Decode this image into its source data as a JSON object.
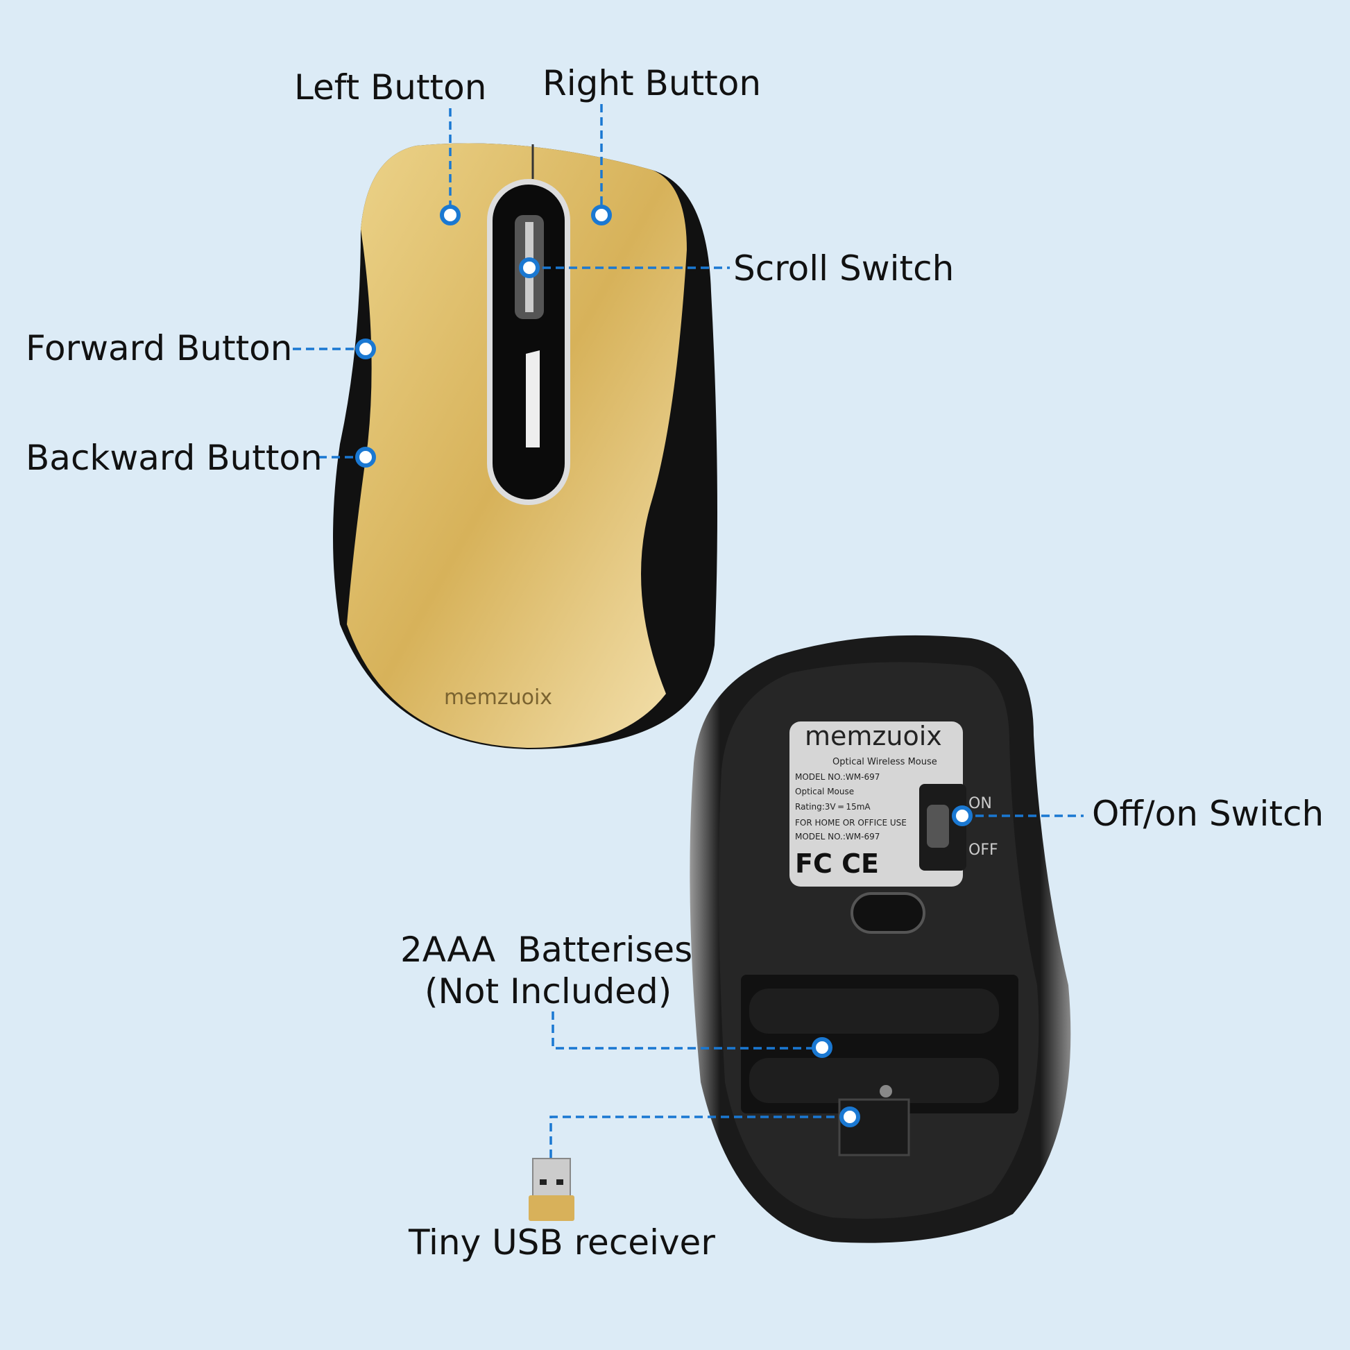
{
  "labels": {
    "left_button": "Left Button",
    "right_button": "Right Button",
    "scroll_switch": "Scroll Switch",
    "forward_button": "Forward Button",
    "backward_button": "Backward Button",
    "off_on_switch": "Off/on Switch",
    "batteries_line1": "2AAA  Batterises",
    "batteries_line2": "(Not Included)",
    "usb_receiver": "Tiny USB receiver"
  },
  "mouse_top": {
    "brand": "memzuoix"
  },
  "mouse_bottom": {
    "brand": "memzuoix",
    "subtitle": "Optical Wireless Mouse",
    "model": "MODEL NO.:WM-697",
    "type": "Optical Mouse",
    "rating": "Rating:3V ═ 15mA",
    "use": "FOR HOME OR OFFICE USE",
    "model2": "MODEL NO.:WM-697",
    "certs": "FC CE",
    "switch_on": "ON",
    "switch_off": "OFF"
  },
  "colors": {
    "accent": "#1a78d2",
    "gold": "#d9b860",
    "background": "#dcebf6"
  }
}
